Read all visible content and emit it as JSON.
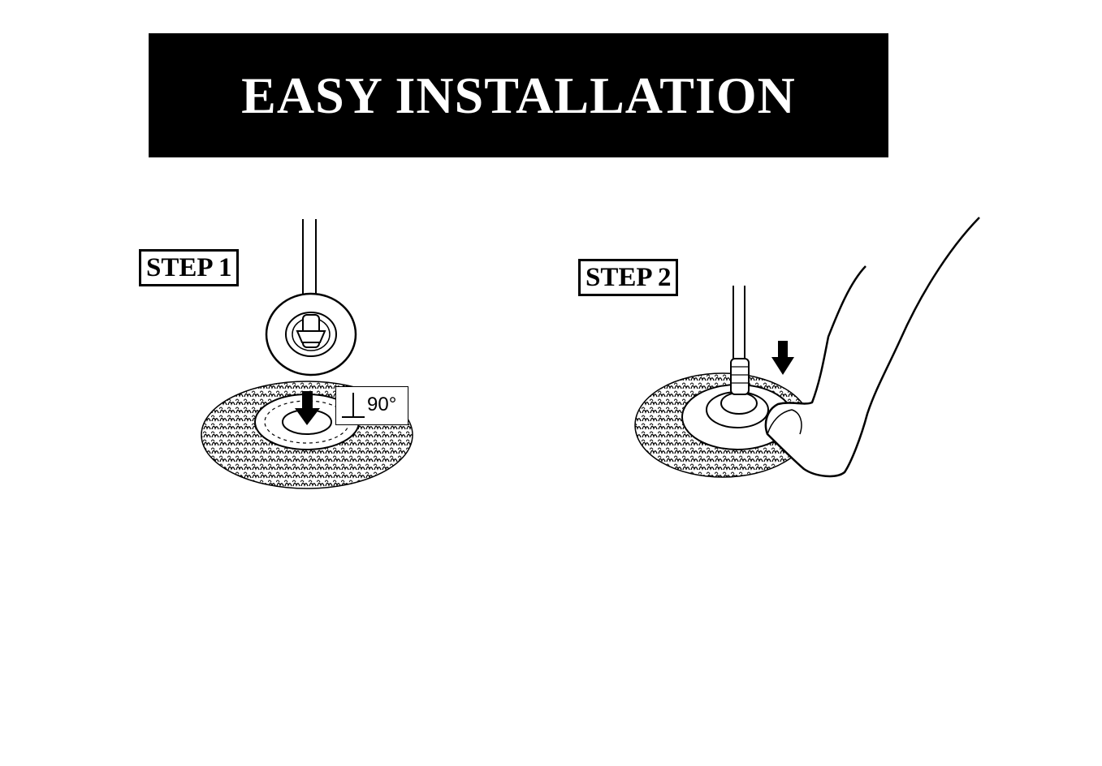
{
  "title": "EASY INSTALLATION",
  "steps": [
    {
      "label": "STEP 1",
      "angle_label": "90°"
    },
    {
      "label": "STEP 2"
    }
  ],
  "icons": [
    "mop-pole-icon",
    "mop-head-icon",
    "down-arrow-icon",
    "perpendicular-icon",
    "foot-icon"
  ]
}
